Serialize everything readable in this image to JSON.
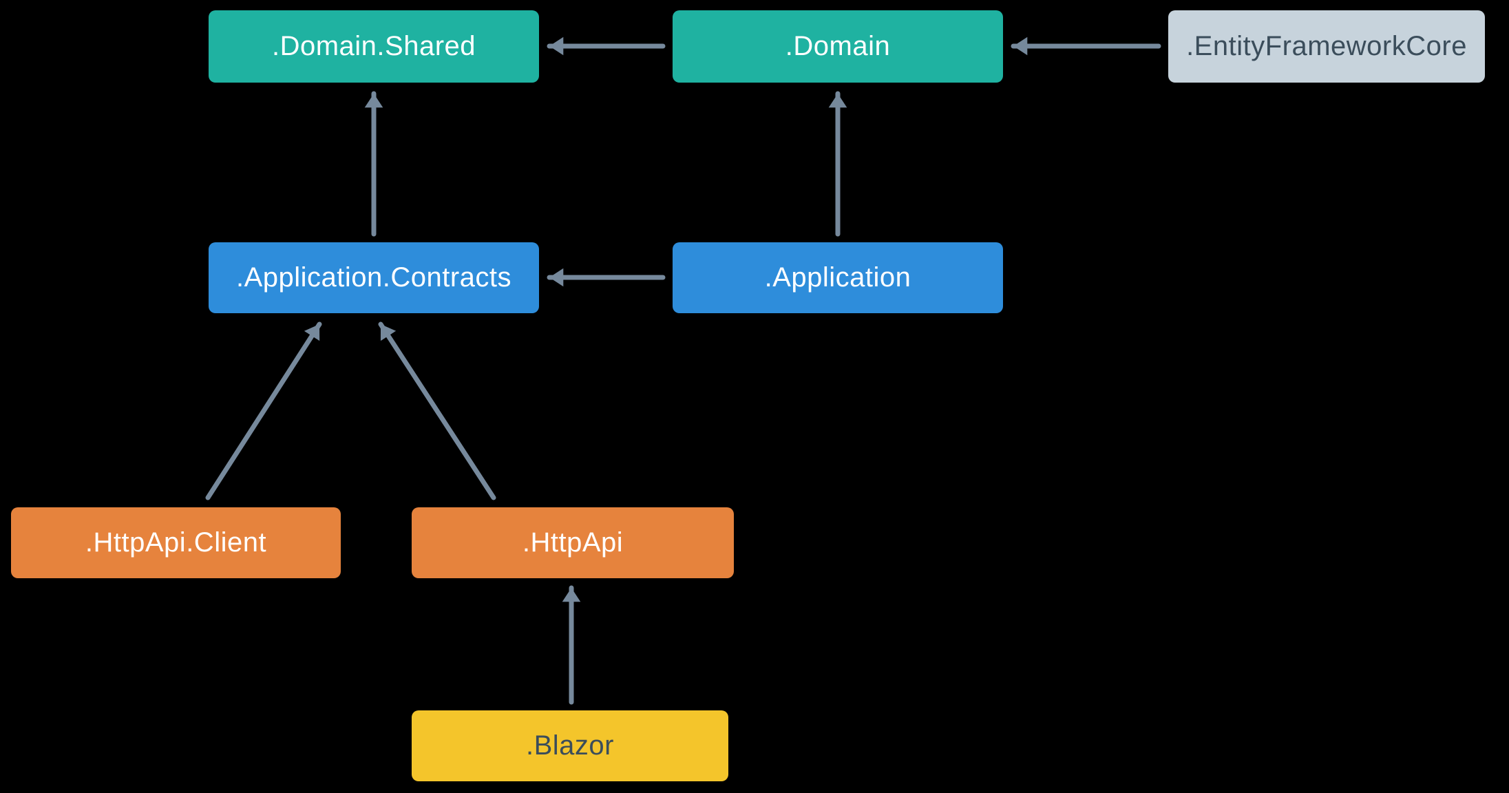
{
  "diagram": {
    "background": "#000000",
    "arrow_color": "#76899C",
    "palette": {
      "teal": "#1FB2A1",
      "blue": "#2E8DDB",
      "orange": "#E6833D",
      "yellow": "#F4C52B",
      "gray": "#C7D3DC",
      "white_text": "#FFFFFF",
      "dark_text": "#3B4D5B"
    },
    "nodes": [
      {
        "id": "domain-shared",
        "label": ".Domain.Shared",
        "bg": "#1FB2A1",
        "fg": "#FFFFFF"
      },
      {
        "id": "domain",
        "label": ".Domain",
        "bg": "#1FB2A1",
        "fg": "#FFFFFF"
      },
      {
        "id": "entity-framework-core",
        "label": ".EntityFrameworkCore",
        "bg": "#C7D3DC",
        "fg": "#3B4D5B"
      },
      {
        "id": "application-contracts",
        "label": ".Application.Contracts",
        "bg": "#2E8DDB",
        "fg": "#FFFFFF"
      },
      {
        "id": "application",
        "label": ".Application",
        "bg": "#2E8DDB",
        "fg": "#FFFFFF"
      },
      {
        "id": "httpapi-client",
        "label": ".HttpApi.Client",
        "bg": "#E6833D",
        "fg": "#FFFFFF"
      },
      {
        "id": "httpapi",
        "label": ".HttpApi",
        "bg": "#E6833D",
        "fg": "#FFFFFF"
      },
      {
        "id": "blazor",
        "label": ".Blazor",
        "bg": "#F4C52B",
        "fg": "#3B4D5B"
      }
    ],
    "edges": [
      {
        "from": "domain",
        "to": "domain-shared"
      },
      {
        "from": "entity-framework-core",
        "to": "domain"
      },
      {
        "from": "application-contracts",
        "to": "domain-shared"
      },
      {
        "from": "application",
        "to": "domain"
      },
      {
        "from": "application",
        "to": "application-contracts"
      },
      {
        "from": "httpapi-client",
        "to": "application-contracts"
      },
      {
        "from": "httpapi",
        "to": "application-contracts"
      },
      {
        "from": "blazor",
        "to": "httpapi"
      }
    ]
  }
}
